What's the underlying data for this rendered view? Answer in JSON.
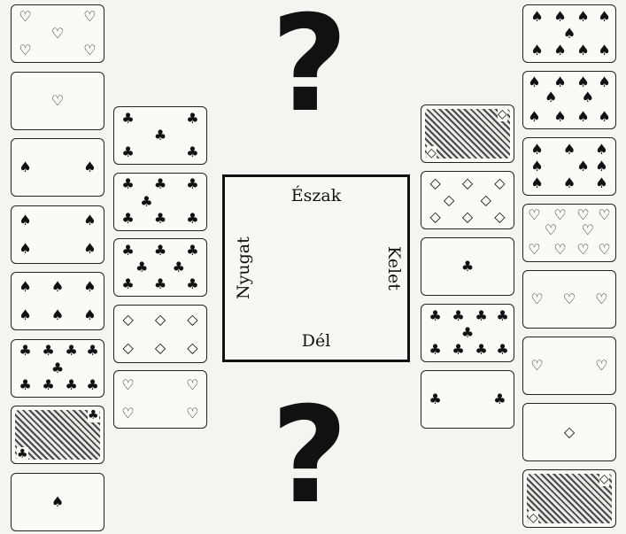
{
  "table": {
    "north": "Észak",
    "south": "Dél",
    "west": "Nyugat",
    "east": "Kelet"
  },
  "question_mark": "?",
  "hands": [
    {
      "name": "west-outer",
      "cards": [
        {
          "suit": "heart",
          "rank": "5"
        },
        {
          "suit": "heart",
          "rank": "A"
        },
        {
          "suit": "spade",
          "rank": "2"
        },
        {
          "suit": "spade",
          "rank": "4"
        },
        {
          "suit": "spade",
          "rank": "6"
        },
        {
          "suit": "club",
          "rank": "9"
        },
        {
          "suit": "club",
          "rank": "face"
        },
        {
          "suit": "spade",
          "rank": "A"
        }
      ]
    },
    {
      "name": "west-inner",
      "cards": [
        {
          "suit": "club",
          "rank": "5"
        },
        {
          "suit": "club",
          "rank": "7"
        },
        {
          "suit": "club",
          "rank": "8"
        },
        {
          "suit": "diamond",
          "rank": "6"
        },
        {
          "suit": "heart",
          "rank": "4"
        }
      ]
    },
    {
      "name": "east-inner",
      "cards": [
        {
          "suit": "diamond",
          "rank": "face"
        },
        {
          "suit": "diamond",
          "rank": "8"
        },
        {
          "suit": "club",
          "rank": "A"
        },
        {
          "suit": "club",
          "rank": "9"
        },
        {
          "suit": "club",
          "rank": "2"
        }
      ]
    },
    {
      "name": "east-outer",
      "cards": [
        {
          "suit": "spade",
          "rank": "9"
        },
        {
          "suit": "spade",
          "rank": "10"
        },
        {
          "suit": "spade",
          "rank": "9b"
        },
        {
          "suit": "heart",
          "rank": "10"
        },
        {
          "suit": "heart",
          "rank": "3"
        },
        {
          "suit": "heart",
          "rank": "2"
        },
        {
          "suit": "diamond",
          "rank": "A"
        },
        {
          "suit": "diamond",
          "rank": "face"
        }
      ]
    }
  ]
}
